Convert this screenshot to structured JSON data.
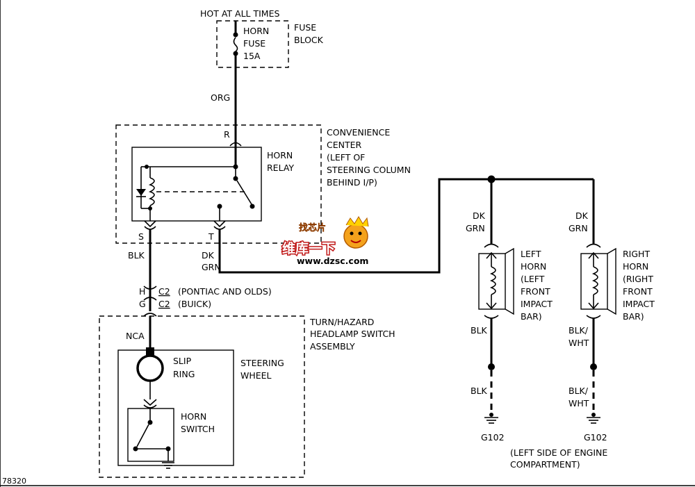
{
  "fuse": {
    "supply": "HOT AT ALL TIMES",
    "name_1": "HORN",
    "name_2": "FUSE",
    "rating": "15A",
    "block_1": "FUSE",
    "block_2": "BLOCK"
  },
  "wires": {
    "org": "ORG",
    "blk_main": "BLK",
    "dk_relay": "DK",
    "grn_relay": "GRN",
    "dk_left": "DK",
    "grn_left": "GRN",
    "dk_right": "DK",
    "grn_right": "GRN",
    "blk_left_1": "BLK",
    "blk_left_2": "BLK",
    "blkwht_right_1a": "BLK/",
    "blkwht_right_1b": "WHT",
    "blkwht_right_2a": "BLK/",
    "blkwht_right_2b": "WHT"
  },
  "relay": {
    "pin_r": "R",
    "pin_s": "S",
    "pin_t": "T",
    "label_1": "HORN",
    "label_2": "RELAY",
    "center_1": "CONVENIENCE",
    "center_2": "CENTER",
    "center_3": "(LEFT OF",
    "center_4": "STEERING COLUMN",
    "center_5": "BEHIND I/P)"
  },
  "connectors": {
    "h": "H",
    "g": "G",
    "c2_a": "C2",
    "c2_b": "C2",
    "pontiac": "(PONTIAC AND OLDS)",
    "buick": "(BUICK)"
  },
  "switch_assembly": {
    "title_1": "TURN/HAZARD",
    "title_2": "HEADLAMP SWITCH",
    "title_3": "ASSEMBLY",
    "nca": "NCA",
    "slip_1": "SLIP",
    "slip_2": "RING",
    "wheel_1": "STEERING",
    "wheel_2": "WHEEL",
    "horn_sw_1": "HORN",
    "horn_sw_2": "SWITCH"
  },
  "left_horn": {
    "l1": "LEFT",
    "l2": "HORN",
    "l3": "(LEFT",
    "l4": "FRONT",
    "l5": "IMPACT",
    "l6": "BAR)"
  },
  "right_horn": {
    "l1": "RIGHT",
    "l2": "HORN",
    "l3": "(RIGHT",
    "l4": "FRONT",
    "l5": "IMPACT",
    "l6": "BAR)"
  },
  "grounds": {
    "left": "G102",
    "right": "G102",
    "loc_1": "(LEFT SIDE OF ENGINE",
    "loc_2": "COMPARTMENT)"
  },
  "figure_number": "78320",
  "watermark": {
    "cn_top": "找芯片",
    "cn_main": "维库一下",
    "site": "www.dzsc.com"
  }
}
